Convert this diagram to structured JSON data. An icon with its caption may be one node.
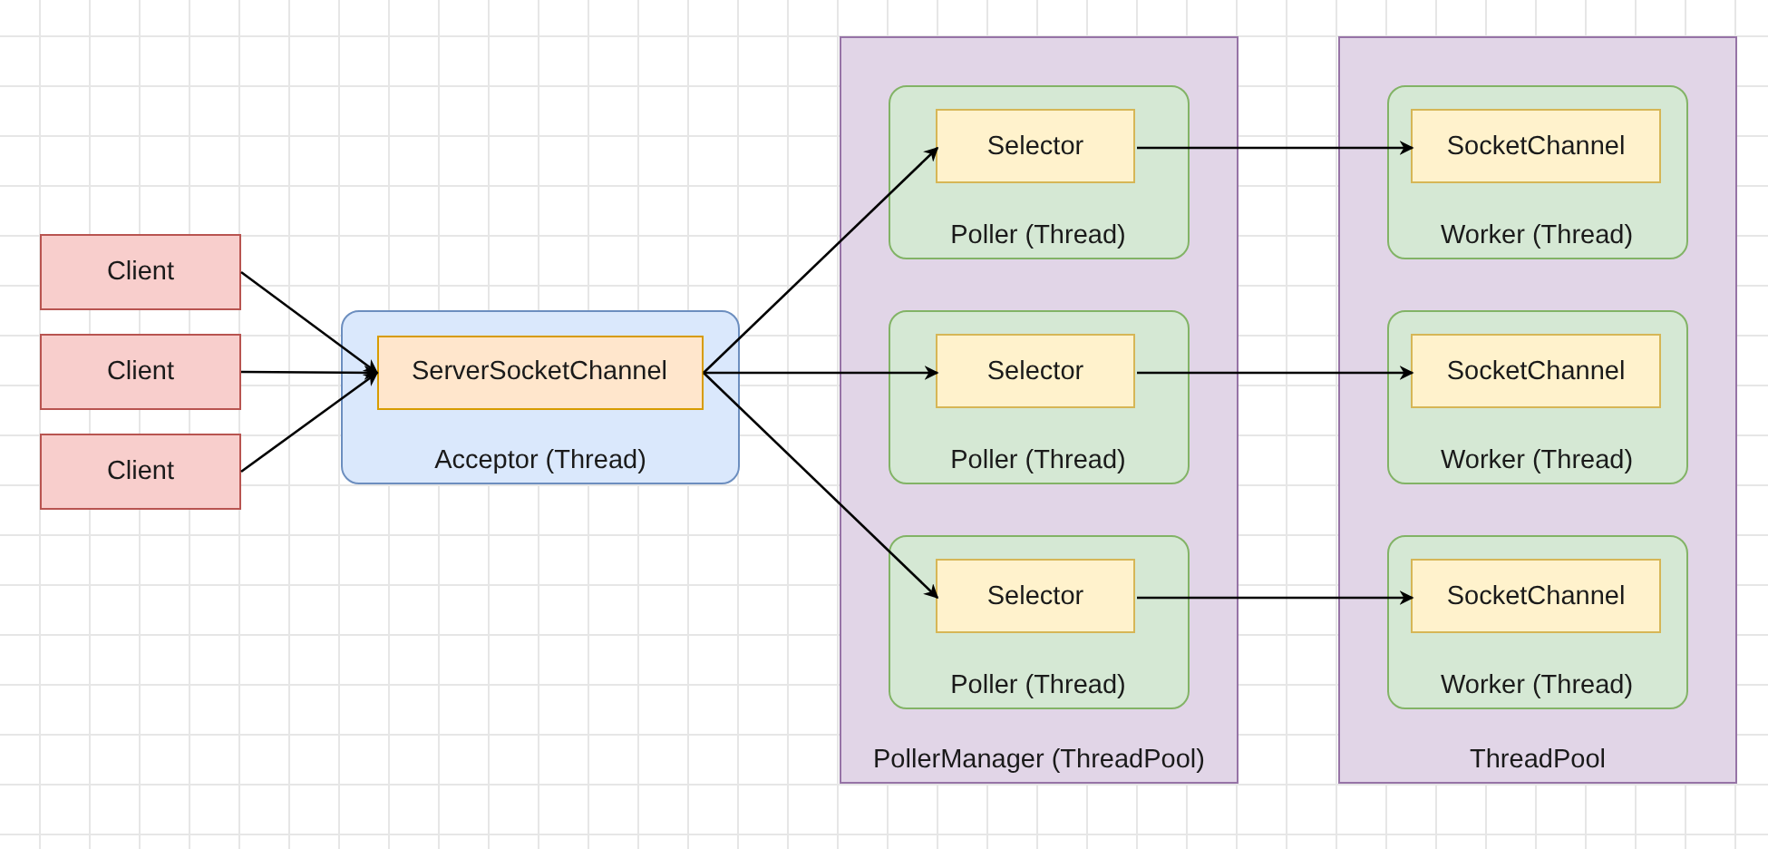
{
  "diagram": {
    "nodes": [
      {
        "text": [
          "Client"
        ]
      },
      {
        "text": [
          "Client"
        ]
      },
      {
        "text": [
          "Client"
        ]
      },
      {
        "text": [
          "Acceptor (Thread)"
        ]
      },
      {
        "text": [
          "ServerSocketChannel"
        ],
        "in": 3
      },
      {
        "text": [
          "PollerManager (ThreadPool)"
        ]
      },
      {
        "text": [
          "Poller (Thread)"
        ],
        "in": 5
      },
      {
        "text": [
          "Selector"
        ],
        "in": 6
      },
      {
        "text": [
          "Poller (Thread)"
        ],
        "in": 5
      },
      {
        "text": [
          "Selector"
        ],
        "in": 8
      },
      {
        "text": [
          "Poller (Thread)"
        ],
        "in": 5
      },
      {
        "text": [
          "Selector"
        ],
        "in": 10
      },
      {
        "text": [
          "ThreadPool"
        ]
      },
      {
        "text": [
          "Worker (Thread)"
        ],
        "in": 12
      },
      {
        "text": [
          "SocketChannel"
        ],
        "in": 13
      },
      {
        "text": [
          "Worker (Thread)"
        ],
        "in": 12
      },
      {
        "text": [
          "SocketChannel"
        ],
        "in": 15
      },
      {
        "text": [
          "Worker (Thread)"
        ],
        "in": 12
      },
      {
        "text": [
          "SocketChannel"
        ],
        "in": 17
      }
    ],
    "edges": [
      {
        "from": 0,
        "to": 4,
        "arrow": "to"
      },
      {
        "from": 1,
        "to": 4,
        "arrow": "to"
      },
      {
        "from": 2,
        "to": 4,
        "arrow": "to"
      },
      {
        "from": 4,
        "to": 7,
        "arrow": "to"
      },
      {
        "from": 4,
        "to": 9,
        "arrow": "to"
      },
      {
        "from": 4,
        "to": 11,
        "arrow": "to"
      },
      {
        "from": 7,
        "to": 14,
        "arrow": "to"
      },
      {
        "from": 9,
        "to": 16,
        "arrow": "to"
      },
      {
        "from": 11,
        "to": 18,
        "arrow": "to"
      }
    ]
  }
}
